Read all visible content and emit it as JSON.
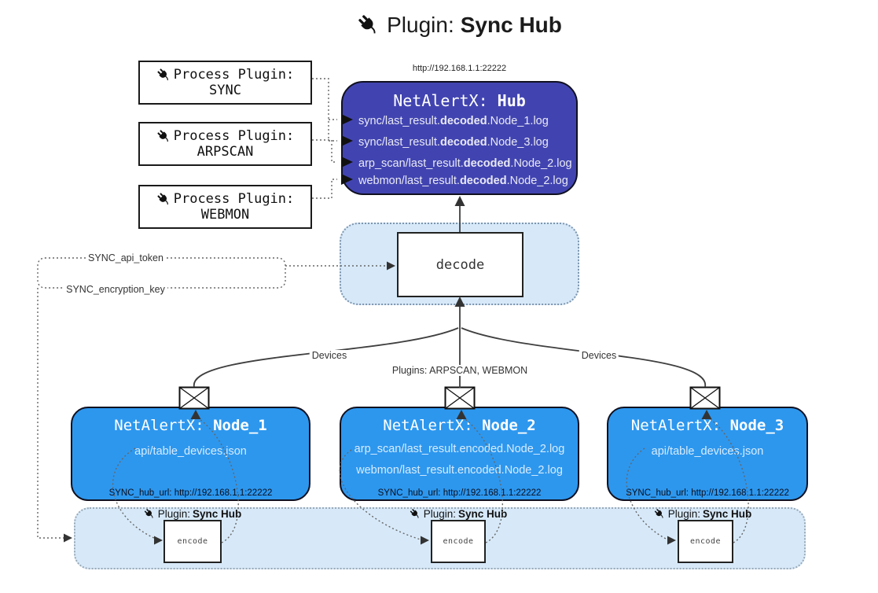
{
  "title": {
    "prefix": "Plugin:",
    "name": "Sync Hub"
  },
  "process_plugins": {
    "label": "Process Plugin:",
    "items": [
      {
        "name": "SYNC"
      },
      {
        "name": "ARPSCAN"
      },
      {
        "name": "WEBMON"
      }
    ]
  },
  "hub": {
    "url": "http://192.168.1.1:22222",
    "title_prefix": "NetAlertX:",
    "title_name": "Hub",
    "files": [
      {
        "pre": "sync/last_result.",
        "mid": "decoded",
        "post": ".Node_1.log"
      },
      {
        "pre": "sync/last_result.",
        "mid": "decoded",
        "post": ".Node_3.log"
      },
      {
        "pre": "arp_scan/last_result.",
        "mid": "decoded",
        "post": ".Node_2.log"
      },
      {
        "pre": "webmon/last_result.",
        "mid": "decoded",
        "post": ".Node_2.log"
      }
    ]
  },
  "decode_box": {
    "label": "decode"
  },
  "config_keys": {
    "api_token": "SYNC_api_token",
    "encryption_key": "SYNC_encryption_key"
  },
  "edge_labels": {
    "left": "Devices",
    "center": "Plugins: ARPSCAN, WEBMON",
    "right": "Devices"
  },
  "nodes": [
    {
      "title_prefix": "NetAlertX:",
      "title_name": "Node_1",
      "files": [
        "api/table_devices.json"
      ],
      "hub_url_label": "SYNC_hub_url: http://192.168.1.1:22222"
    },
    {
      "title_prefix": "NetAlertX:",
      "title_name": "Node_2",
      "files": [
        "arp_scan/last_result.encoded.Node_2.log",
        "webmon/last_result.encoded.Node_2.log"
      ],
      "hub_url_label": "SYNC_hub_url: http://192.168.1.1:22222"
    },
    {
      "title_prefix": "NetAlertX:",
      "title_name": "Node_3",
      "files": [
        "api/table_devices.json"
      ],
      "hub_url_label": "SYNC_hub_url: http://192.168.1.1:22222"
    }
  ],
  "encoders": {
    "plugin_prefix": "Plugin:",
    "plugin_name": "Sync Hub",
    "box_label": "encode"
  },
  "colors": {
    "hub": "#4144b0",
    "node": "#2d97ee",
    "panel": "#d7e9f9",
    "line": "#3f3f3f"
  }
}
